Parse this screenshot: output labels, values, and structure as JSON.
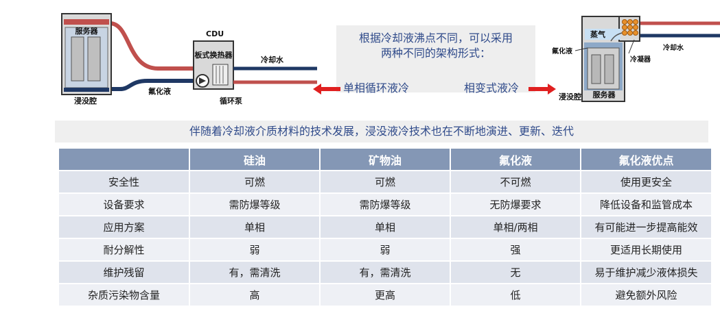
{
  "left_diagram": {
    "server_label": "服务器",
    "tank_label": "浸没腔",
    "fluid_label": "氟化液",
    "cdu_label": "CDU",
    "hx_label": "板式换热器",
    "water_label": "冷却水",
    "pump_label": "循环泵"
  },
  "right_diagram": {
    "vapor_label": "蒸气",
    "fluid_label": "氟化液",
    "condenser_label": "冷凝器",
    "water_label": "冷却水",
    "tank_label": "浸没腔",
    "server_label": "服务器"
  },
  "callout": {
    "line1": "根据冷却液沸点不同，可以采用",
    "line2": "两种不同的架构形式：",
    "option_left": "单相循环液冷",
    "option_right": "相变式液冷"
  },
  "banner": "伴随着冷却液介质材料的技术发展，浸没液冷技术也在不断地演进、更新、迭代",
  "colors": {
    "hot": "#c0504d",
    "cold": "#1f3864",
    "accent_red": "#e02020",
    "header": "#8497b5"
  },
  "table": {
    "headers": [
      "",
      "硅油",
      "矿物油",
      "氟化液",
      "氟化液优点"
    ],
    "rows": [
      [
        "安全性",
        "可燃",
        "可燃",
        "不可燃",
        "使用更安全"
      ],
      [
        "设备要求",
        "需防爆等级",
        "需防爆等级",
        "无防爆要求",
        "降低设备和监管成本"
      ],
      [
        "应用方案",
        "单相",
        "单相",
        "单相/两相",
        "有可能进一步提高能效"
      ],
      [
        "耐分解性",
        "弱",
        "弱",
        "强",
        "更适用长期使用"
      ],
      [
        "维护残留",
        "有，需清洗",
        "有，需清洗",
        "无",
        "易于维护减少液体损失"
      ],
      [
        "杂质污染物含量",
        "高",
        "更高",
        "低",
        "避免额外风险"
      ]
    ]
  }
}
